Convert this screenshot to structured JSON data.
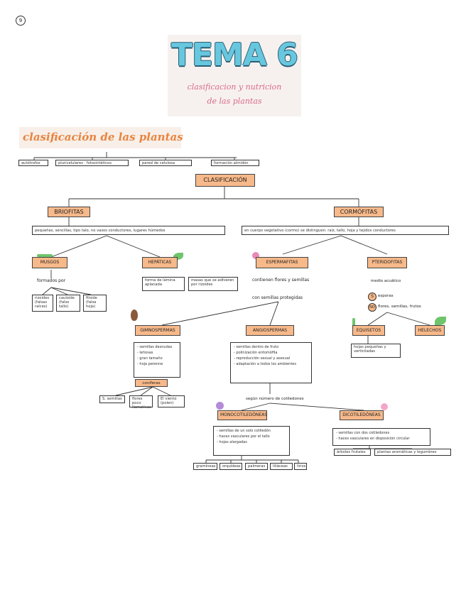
{
  "page_number": "9",
  "header": {
    "title": "TEMA 6",
    "subtitle_line1": "clasificacion y nutricion",
    "subtitle_line2": "de las plantas"
  },
  "section_title": "clasificación de las plantas",
  "top_row": [
    "autótrofos",
    "pluricelulares · fotosintéticos",
    "pared de celulosa",
    "formación almidón"
  ],
  "classification": "CLASIFICACIÓN",
  "briofitas": {
    "label": "BRIOFITAS",
    "desc": "pequeñas, sencillas, tipo talo, no vasos conductores, lugares húmedos",
    "musgos": {
      "label": "MUSGOS",
      "formed_by": "formados por",
      "parts": [
        "rizoides (falsas raíces)",
        "cauloide (falso tallo)",
        "filoide (falsa hoja)"
      ]
    },
    "hepaticas": {
      "label": "HEPÁTICAS",
      "parts": [
        "forma de lámina aplanada",
        "masas que se adhieren por rizoides"
      ]
    }
  },
  "cormofitas": {
    "label": "CORMÓFITAS",
    "desc": "en cuerpo vegetativo (cormo) se distinguen: raíz, tallo, hoja y tejidos conductores"
  },
  "espermafitas": {
    "label": "ESPERMAFITAS",
    "line1": "contienen flores y semillas",
    "line2": "con semillas protegidas"
  },
  "pteridofitas": {
    "label": "PTERIDOFITAS",
    "line1": "medio acuático",
    "item_s": "esporas",
    "item_no": "flores, semillas, frutos",
    "sin_label": "S",
    "no_label": "NO"
  },
  "equisetos": {
    "label": "EQUISETOS",
    "desc": "hojas pequeñas y verticiladas"
  },
  "helechos": {
    "label": "HELECHOS"
  },
  "gimnospermas": {
    "label": "GIMNOSPERMAS",
    "items": [
      "semillas desnudas",
      "leñosas",
      "gran tamaño",
      "hoja perenne"
    ],
    "extra": "coníferas",
    "examples": [
      "S. semillas",
      "flores poco llamativas",
      "El viento (polen)"
    ]
  },
  "angiospermas": {
    "label": "ANGIOSPERMAS",
    "items": [
      "semillas dentro de fruto",
      "polinización entomófila",
      "reproducción sexual y asexual",
      "adaptación a todos los ambientes"
    ]
  },
  "cotiledones_label": "según número de cotiledones",
  "monocotiledoneas": {
    "label": "MONOCOTILEDÓNEAS",
    "items": [
      "semillas de un solo cotiledón",
      "haces vasculares por el tallo",
      "hojas alargadas"
    ],
    "examples": [
      "gramíneas",
      "orquídeas",
      "palmeras",
      "liliáceas",
      "lirios"
    ]
  },
  "dicotiledoneas": {
    "label": "DICOTILEDÓNEAS",
    "items": [
      "semillas con dos cotiledones",
      "haces vasculares en disposición circular"
    ],
    "examples": [
      "árboles frutales",
      "plantas aromáticas y legumbres"
    ]
  },
  "colors": {
    "accent_orange": "#f7b98a",
    "title_orange": "#e8843f",
    "title_teal": "#5fd1c7",
    "title_blue": "#67b7ea",
    "pink": "#d96a8e",
    "green": "#6fc56b"
  }
}
